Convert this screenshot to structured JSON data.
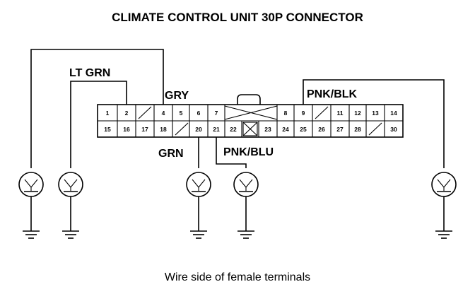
{
  "title": "CLIMATE CONTROL UNIT 30P CONNECTOR",
  "caption": "Wire side of female terminals",
  "wire_labels": {
    "lt_grn": "LT GRN",
    "gry": "GRY",
    "pnk_blk": "PNK/BLK",
    "grn": "GRN",
    "pnk_blu": "PNK/BLU"
  },
  "pins_top": [
    "1",
    "2",
    "",
    "4",
    "5",
    "6",
    "7",
    "",
    "8",
    "9",
    "",
    "11",
    "12",
    "13",
    "14"
  ],
  "pins_bottom": [
    "15",
    "16",
    "17",
    "18",
    "",
    "20",
    "21",
    "22",
    "",
    "23",
    "24",
    "25",
    "26",
    "27",
    "28",
    "",
    "30"
  ]
}
